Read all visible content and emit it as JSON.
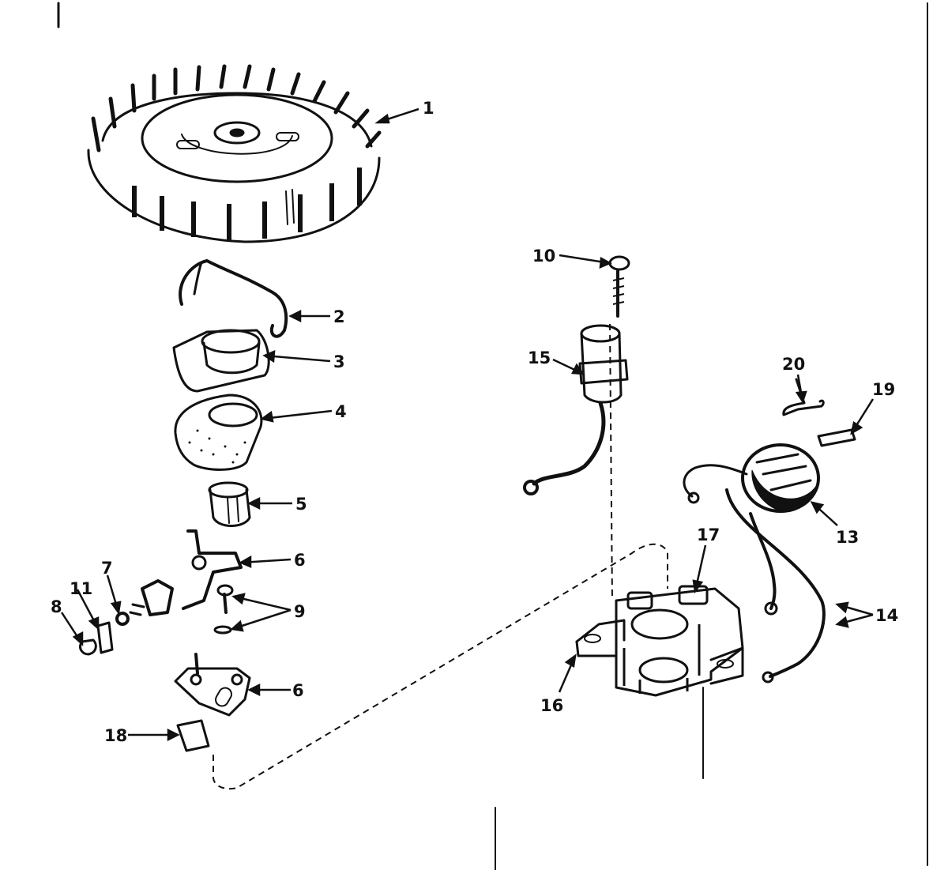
{
  "diagram": {
    "callouts": {
      "c1": "1",
      "c2": "2",
      "c3": "3",
      "c4": "4",
      "c5": "5",
      "c6a": "6",
      "c6b": "6",
      "c7": "7",
      "c8": "8",
      "c9": "9",
      "c10": "10",
      "c11": "11",
      "c13": "13",
      "c14": "14",
      "c15": "15",
      "c16": "16",
      "c17": "17",
      "c18": "18",
      "c19": "19",
      "c20": "20"
    }
  }
}
